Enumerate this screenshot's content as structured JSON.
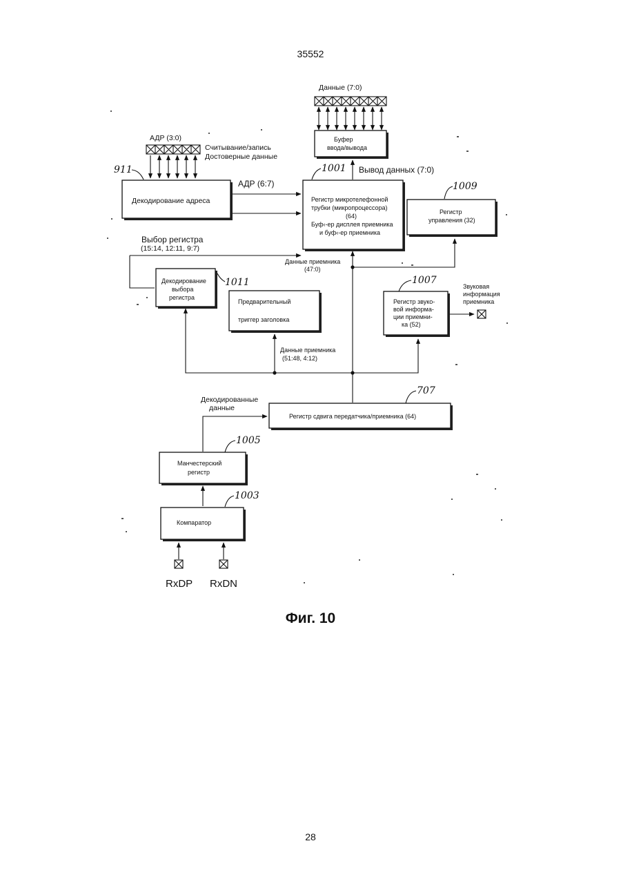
{
  "header": {
    "doc_number": "35552"
  },
  "footer": {
    "page_number": "28"
  },
  "figure": {
    "caption": "Фиг. 10"
  },
  "diagram": {
    "blocks": {
      "io_buffer": {
        "lines": [
          "Буфер",
          "ввода/вывода"
        ]
      },
      "address_decoder": {
        "lines": [
          "Декодирование адреса"
        ]
      },
      "handset_register": {
        "ref": "1001",
        "lines": [
          "Регистр микротелефонной",
          "трубки (микропроцессора)",
          "(64)",
          "Буф‹-ер дисплея приемника",
          "и буф‹-ер приемника"
        ]
      },
      "control_register": {
        "ref": "1009",
        "lines": [
          "Регистр",
          "управления (32)"
        ]
      },
      "register_select_decoder": {
        "ref": "1011",
        "lines": [
          "Декодирование",
          "выбора",
          "регистра"
        ]
      },
      "header_pretrigger": {
        "lines": [
          "Предварительный",
          "триггер заголовка"
        ]
      },
      "receiver_audio_register": {
        "ref": "1007",
        "lines": [
          "Регистр звуко-",
          "вой информа-",
          "ции приемни-",
          "ка (52)"
        ]
      },
      "shift_register": {
        "ref": "707",
        "lines": [
          "Регистр сдвига передатчика/приемника (64)"
        ]
      },
      "manchester_register": {
        "ref": "1005",
        "lines": [
          "Манчестерский",
          "регистр"
        ]
      },
      "comparator": {
        "ref": "1003",
        "lines": [
          "Компаратор"
        ]
      }
    },
    "labels": {
      "data_bus": "Данные (7:0)",
      "adr_bus": "АДР (3:0)",
      "rw_line1": "Считывание/запись",
      "rw_line2": "Достоверные данные",
      "ref_911": "911",
      "adr_6_7": "АДР (6:7)",
      "data_out": "Вывод данных (7:0)",
      "reg_select1": "Выбор регистра",
      "reg_select2": "(15:14, 12:11, 9:7)",
      "rx_data_a1": "Данные приемника",
      "rx_data_a2": "(47:0)",
      "rx_data_b1": "Данные приемника",
      "rx_data_b2": "(51:48, 4:12)",
      "audio_out1": "Звуковая",
      "audio_out2": "информация",
      "audio_out3": "приемника",
      "decoded1": "Декодированные",
      "decoded2": "данные",
      "rxdp": "RxDP",
      "rxdn": "RxDN"
    }
  }
}
